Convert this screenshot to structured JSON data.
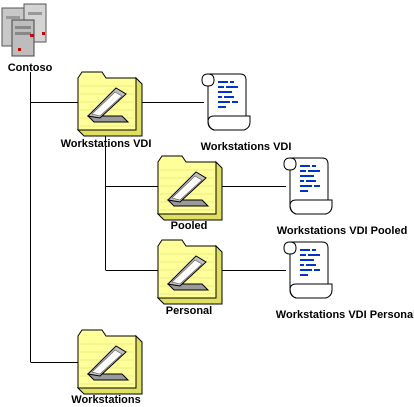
{
  "root": {
    "label": "Contoso",
    "icon": "server-icon"
  },
  "ous": [
    {
      "key": "workstations-vdi",
      "label": "Workstations VDI",
      "icon": "ou-folder-icon"
    },
    {
      "key": "pooled",
      "label": "Pooled",
      "icon": "ou-folder-icon"
    },
    {
      "key": "personal",
      "label": "Personal",
      "icon": "ou-folder-icon"
    },
    {
      "key": "workstations",
      "label": "Workstations",
      "icon": "ou-folder-icon"
    }
  ],
  "gpos": [
    {
      "key": "workstations-vdi",
      "label": "Workstations VDI",
      "icon": "gpo-scroll-icon"
    },
    {
      "key": "pooled",
      "label": "Workstations VDI Pooled",
      "icon": "gpo-scroll-icon"
    },
    {
      "key": "personal",
      "label": "Workstations VDI Personal",
      "icon": "gpo-scroll-icon"
    }
  ],
  "colors": {
    "folder": "#ffff99",
    "folder_stroke": "#000000",
    "scroll_text": "#0033cc",
    "server": "#c8c8c8",
    "led": "#cc0000"
  }
}
